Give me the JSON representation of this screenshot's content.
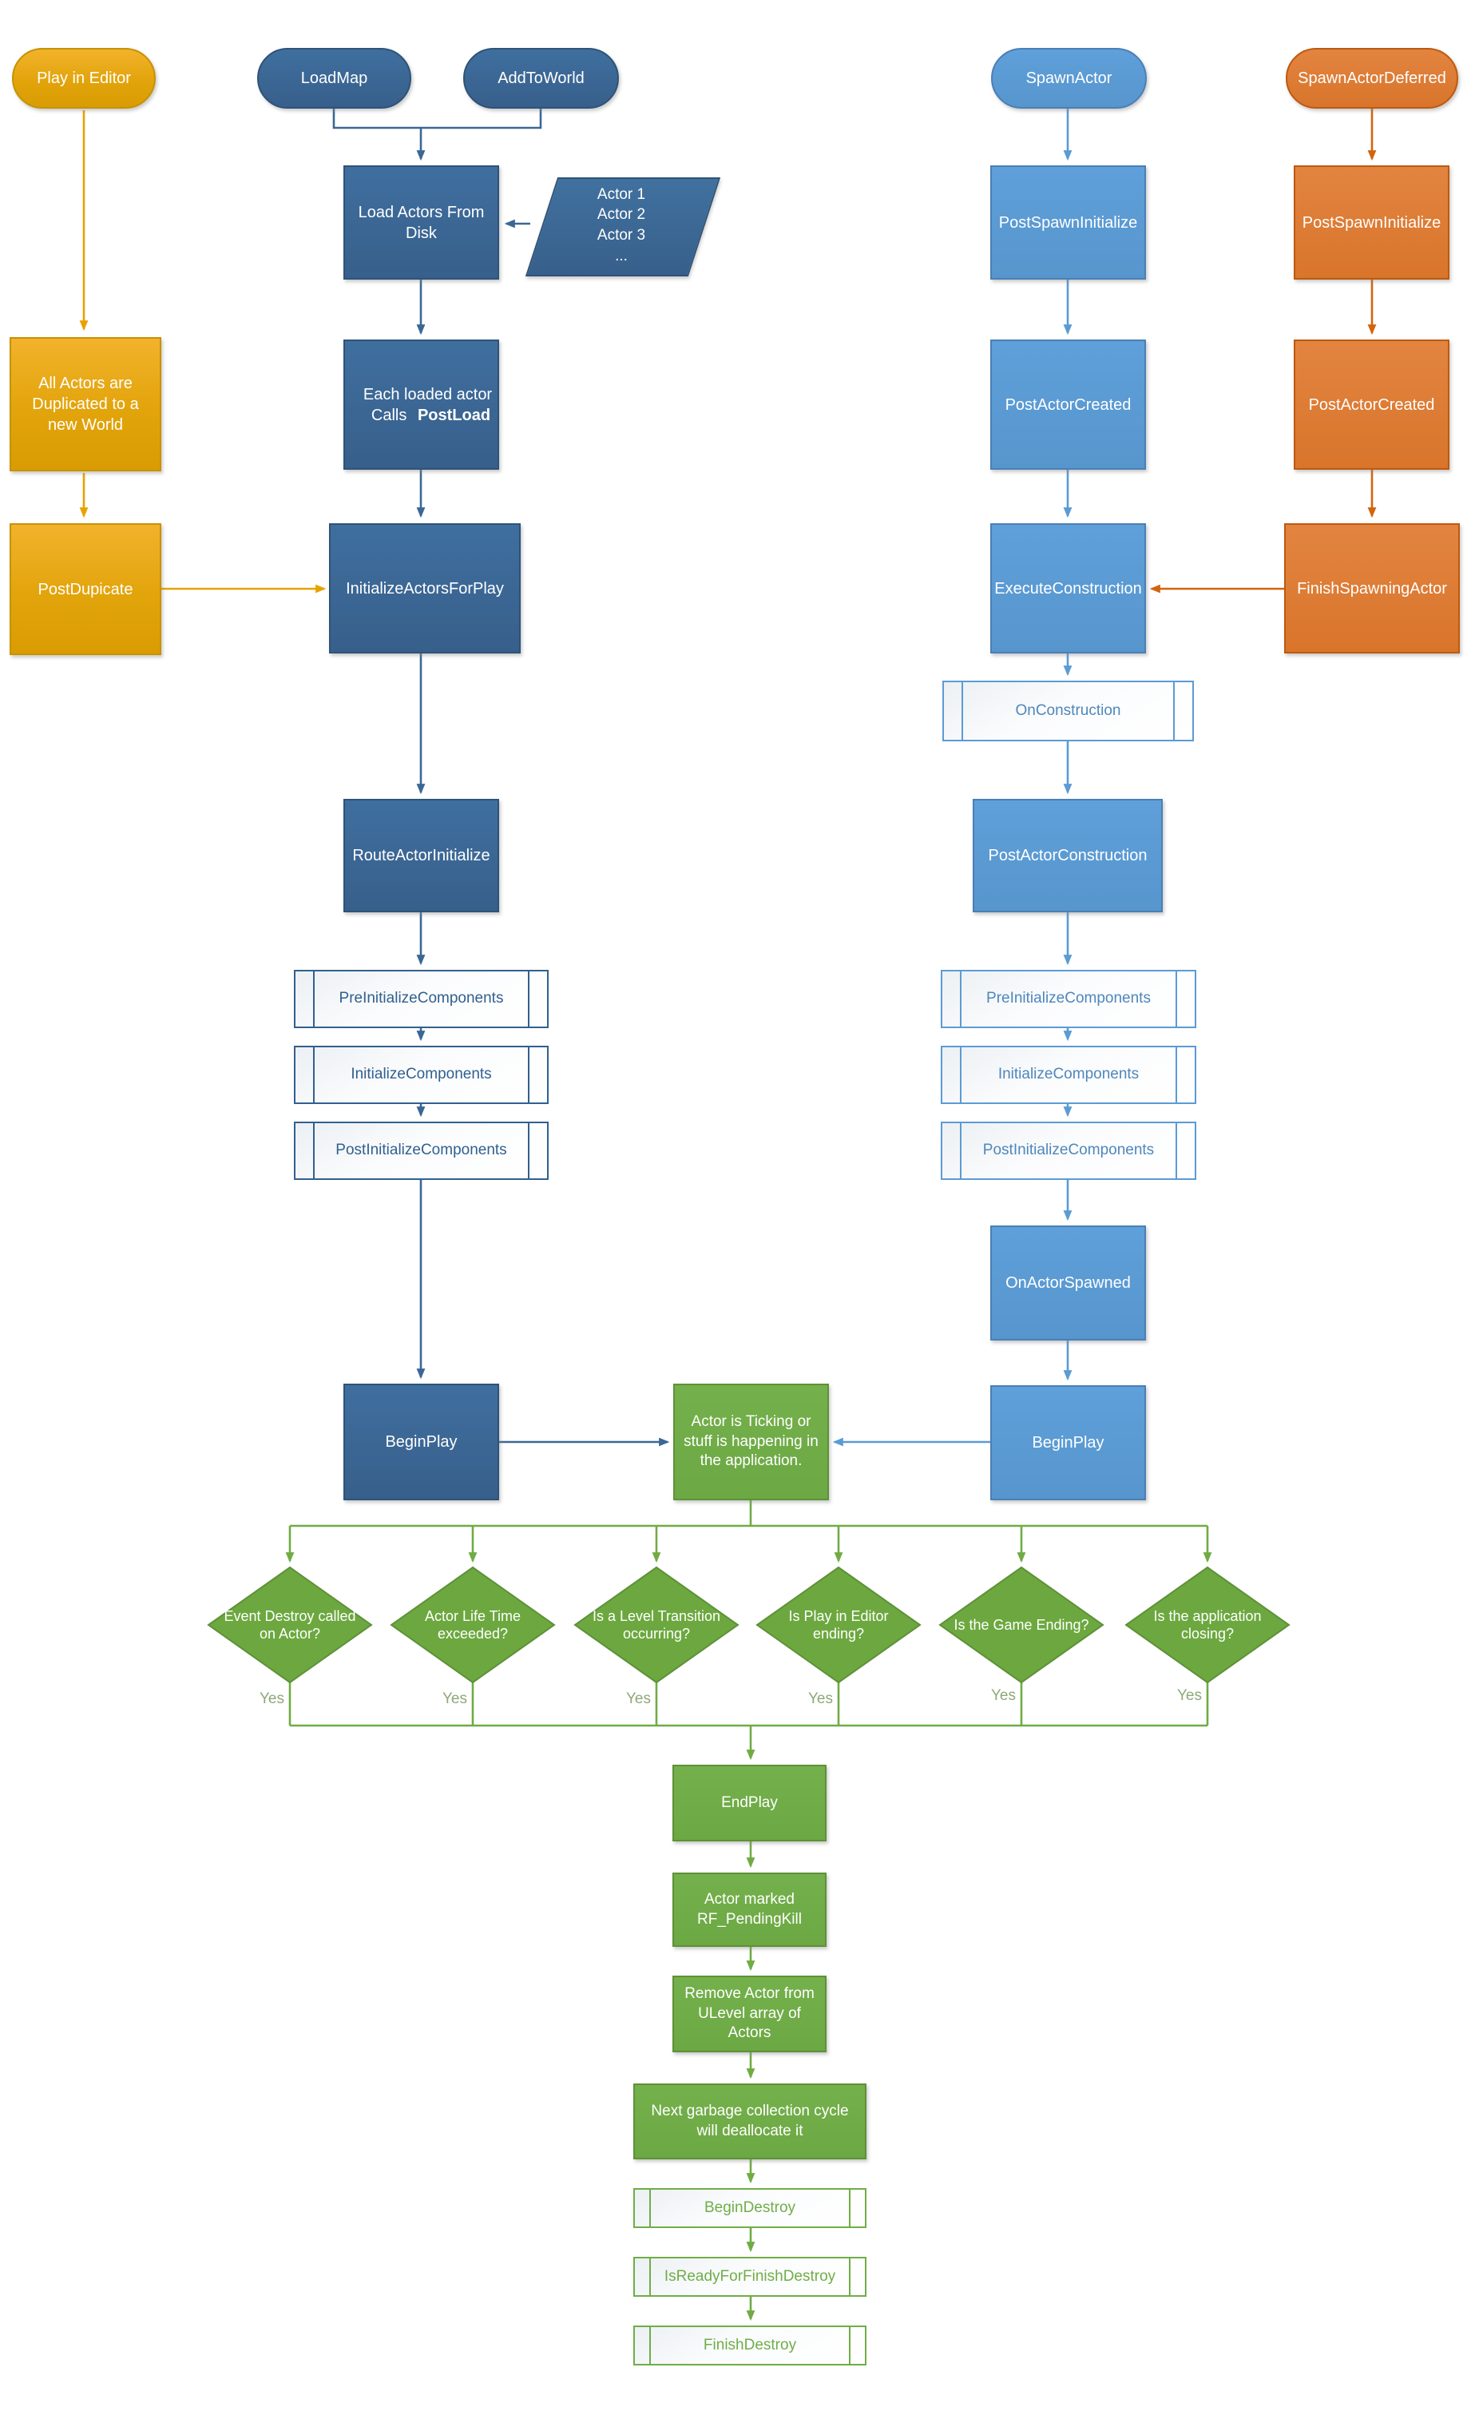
{
  "colors": {
    "gold": "#E2A40B",
    "gold_border": "#C79200",
    "dark_blue": "#385F8B",
    "dark_blue_border": "#2E5377",
    "medium_blue": "#5B9BD5",
    "medium_blue_border": "#4A7FB5",
    "orange": "#D9752B",
    "orange_border": "#BC5A10",
    "green": "#70AD47",
    "green_border": "#5E9138"
  },
  "start_nodes": {
    "play_in_editor": "Play in Editor",
    "load_map": "LoadMap",
    "add_to_world": "AddToWorld",
    "spawn_actor": "SpawnActor",
    "spawn_actor_deferred": "SpawnActorDeferred"
  },
  "editor_column": {
    "duplicate_note": "All Actors are Duplicated to a new World",
    "post_duplicate": "PostDupicate"
  },
  "load_column": {
    "load_actors_from_disk": "Load Actors From Disk",
    "actor_list": "Actor 1\nActor 2\nActor 3\n...",
    "each_loaded_actor_line": "Each loaded actor",
    "calls_prefix": "Calls ",
    "postload_bold": "PostLoad",
    "initialize_actors_for_play": "InitializeActorsForPlay",
    "route_actor_initialize": "RouteActorInitialize",
    "pre_initialize_components": "PreInitializeComponents",
    "initialize_components": "InitializeComponents",
    "post_initialize_components": "PostInitializeComponents",
    "begin_play": "BeginPlay"
  },
  "spawn_column": {
    "post_spawn_initialize": "PostSpawnInitialize",
    "post_actor_created": "PostActorCreated",
    "execute_construction": "ExecuteConstruction",
    "on_construction": "OnConstruction",
    "post_actor_construction": "PostActorConstruction",
    "pre_initialize_components": "PreInitializeComponents",
    "initialize_components": "InitializeComponents",
    "post_initialize_components": "PostInitializeComponents",
    "on_actor_spawned": "OnActorSpawned",
    "begin_play": "BeginPlay"
  },
  "deferred_column": {
    "post_spawn_initialize": "PostSpawnInitialize",
    "post_actor_created": "PostActorCreated",
    "finish_spawning_actor": "FinishSpawningActor"
  },
  "runtime": {
    "ticking": "Actor is Ticking or stuff is happening in the application."
  },
  "decisions": {
    "yes_label": "Yes",
    "labels": [
      "Event Destroy called on Actor?",
      "Actor Life Time exceeded?",
      "Is a Level Transition occurring?",
      "Is Play in Editor ending?",
      "Is the Game Ending?",
      "Is the application closing?"
    ]
  },
  "destroy_column": {
    "end_play": "EndPlay",
    "pending_kill": "Actor marked RF_PendingKill",
    "remove_from_ulevel": "Remove Actor from ULevel array of Actors",
    "garbage_collection": "Next garbage collection cycle will deallocate it",
    "begin_destroy": "BeginDestroy",
    "is_ready_for_finish_destroy": "IsReadyForFinishDestroy",
    "finish_destroy": "FinishDestroy"
  }
}
